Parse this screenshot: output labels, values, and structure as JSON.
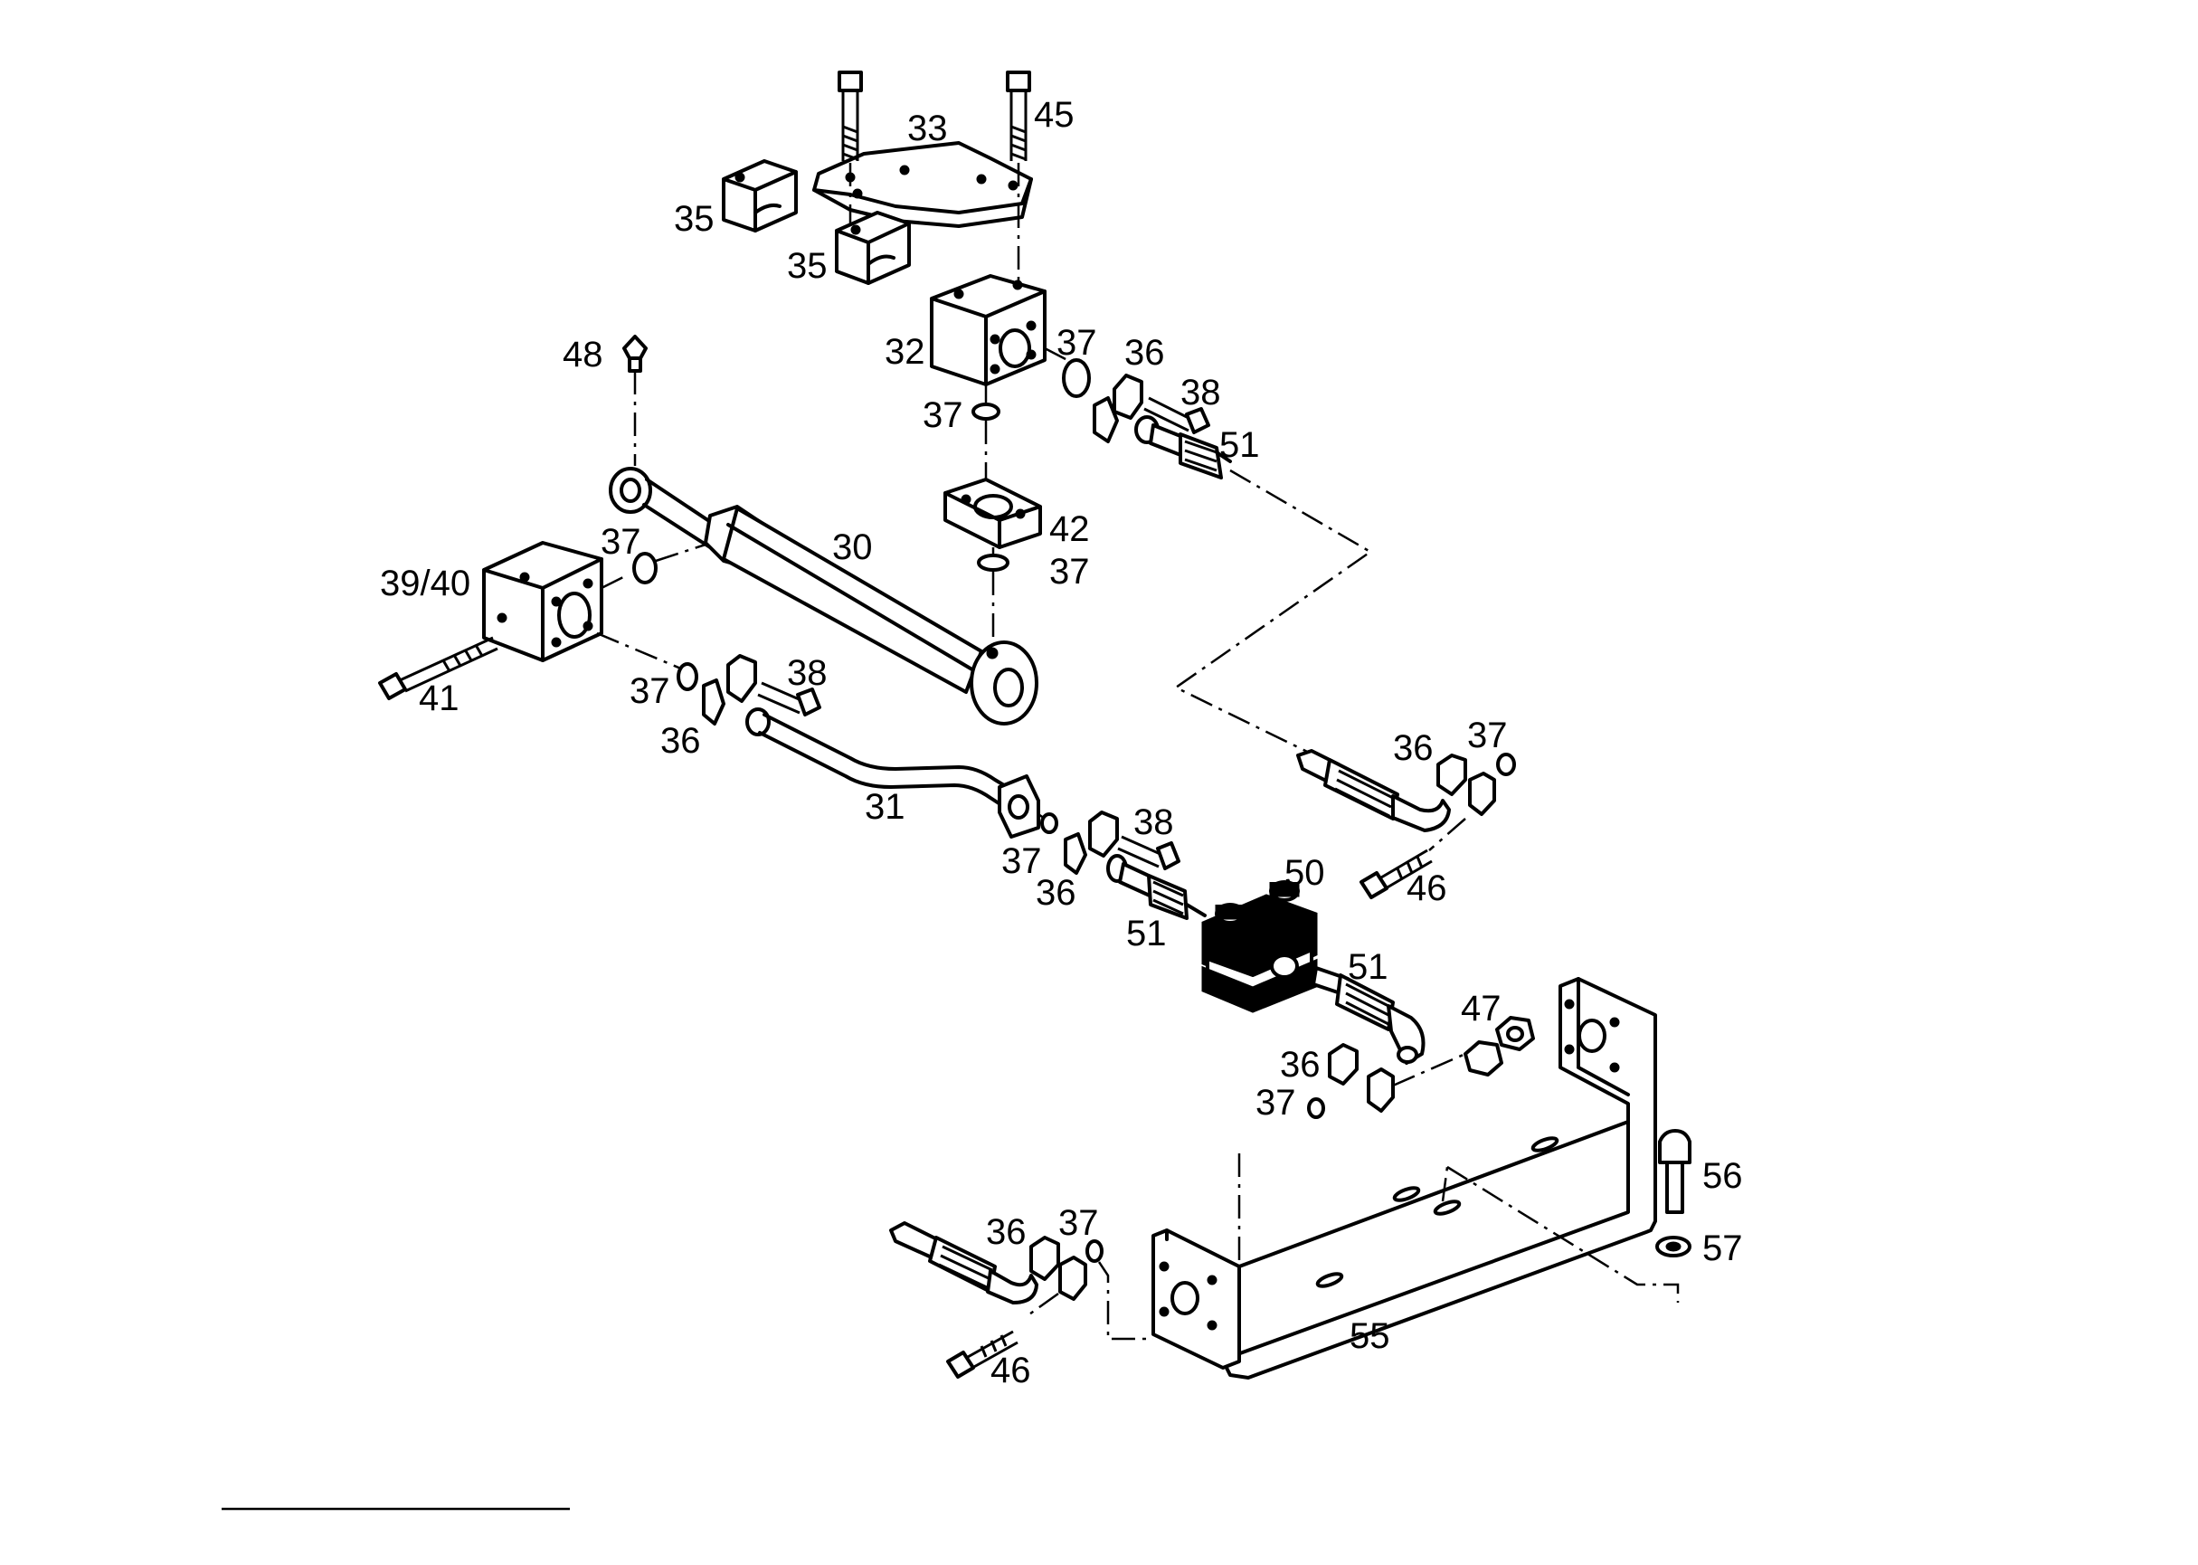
{
  "callouts": {
    "c30": "30",
    "c31": "31",
    "c32": "32",
    "c33": "33",
    "c35a": "35",
    "c35b": "35",
    "c36a": "36",
    "c36b": "36",
    "c36c": "36",
    "c36d": "36",
    "c36e": "36",
    "c36f": "36",
    "c37a": "37",
    "c37b": "37",
    "c37c": "37",
    "c37d": "37",
    "c37e": "37",
    "c37f": "37",
    "c37g": "37",
    "c37h": "37",
    "c37i": "37",
    "c38a": "38",
    "c38b": "38",
    "c38c": "38",
    "c3940": "39/40",
    "c41": "41",
    "c42": "42",
    "c45": "45",
    "c46a": "46",
    "c46b": "46",
    "c47": "47",
    "c48": "48",
    "c50": "50",
    "c51a": "51",
    "c51b": "51",
    "c51c": "51",
    "c55": "55",
    "c56": "56",
    "c57": "57"
  }
}
